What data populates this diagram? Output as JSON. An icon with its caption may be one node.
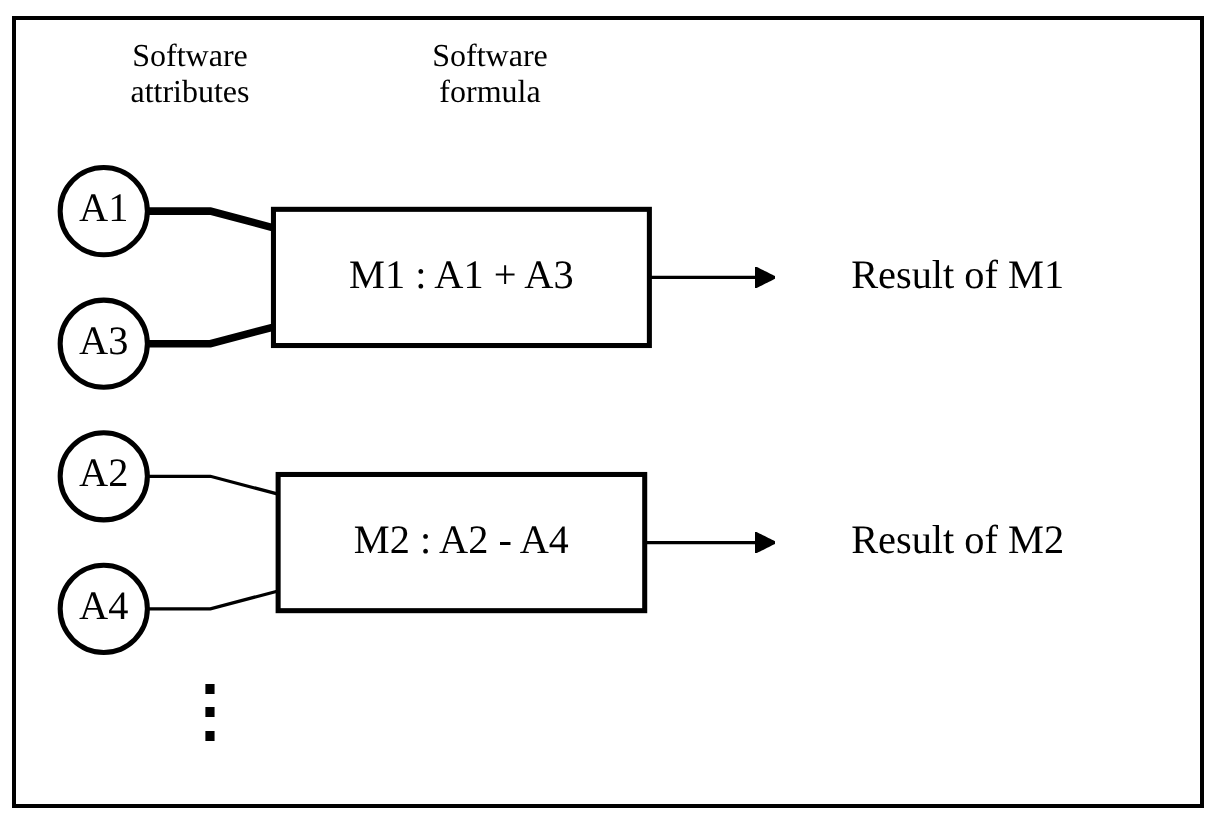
{
  "diagram": {
    "nodes": [
      {
        "text": [
          "A1"
        ]
      },
      {
        "text": [
          "A2"
        ]
      },
      {
        "text": [
          "A3"
        ]
      },
      {
        "text": [
          "A4"
        ]
      },
      {
        "text": [
          "M1 : A1 + A3"
        ]
      },
      {
        "text": [
          "M2 : A2 - A4"
        ]
      },
      {
        "text": [
          "Result of M1"
        ]
      },
      {
        "text": [
          "Result of M2"
        ]
      }
    ],
    "edges": [
      {
        "from": 0,
        "to": 4,
        "arrow": "none",
        "style": "thick"
      },
      {
        "from": 2,
        "to": 4,
        "arrow": "none",
        "style": "thick"
      },
      {
        "from": 1,
        "to": 5,
        "arrow": "none"
      },
      {
        "from": 3,
        "to": 5,
        "arrow": "none"
      },
      {
        "from": 4,
        "to": 6,
        "arrow": "to"
      },
      {
        "from": 5,
        "to": 7,
        "arrow": "to"
      }
    ],
    "labels": [
      "Software attributes",
      "Software formula",
      "⋮"
    ]
  }
}
